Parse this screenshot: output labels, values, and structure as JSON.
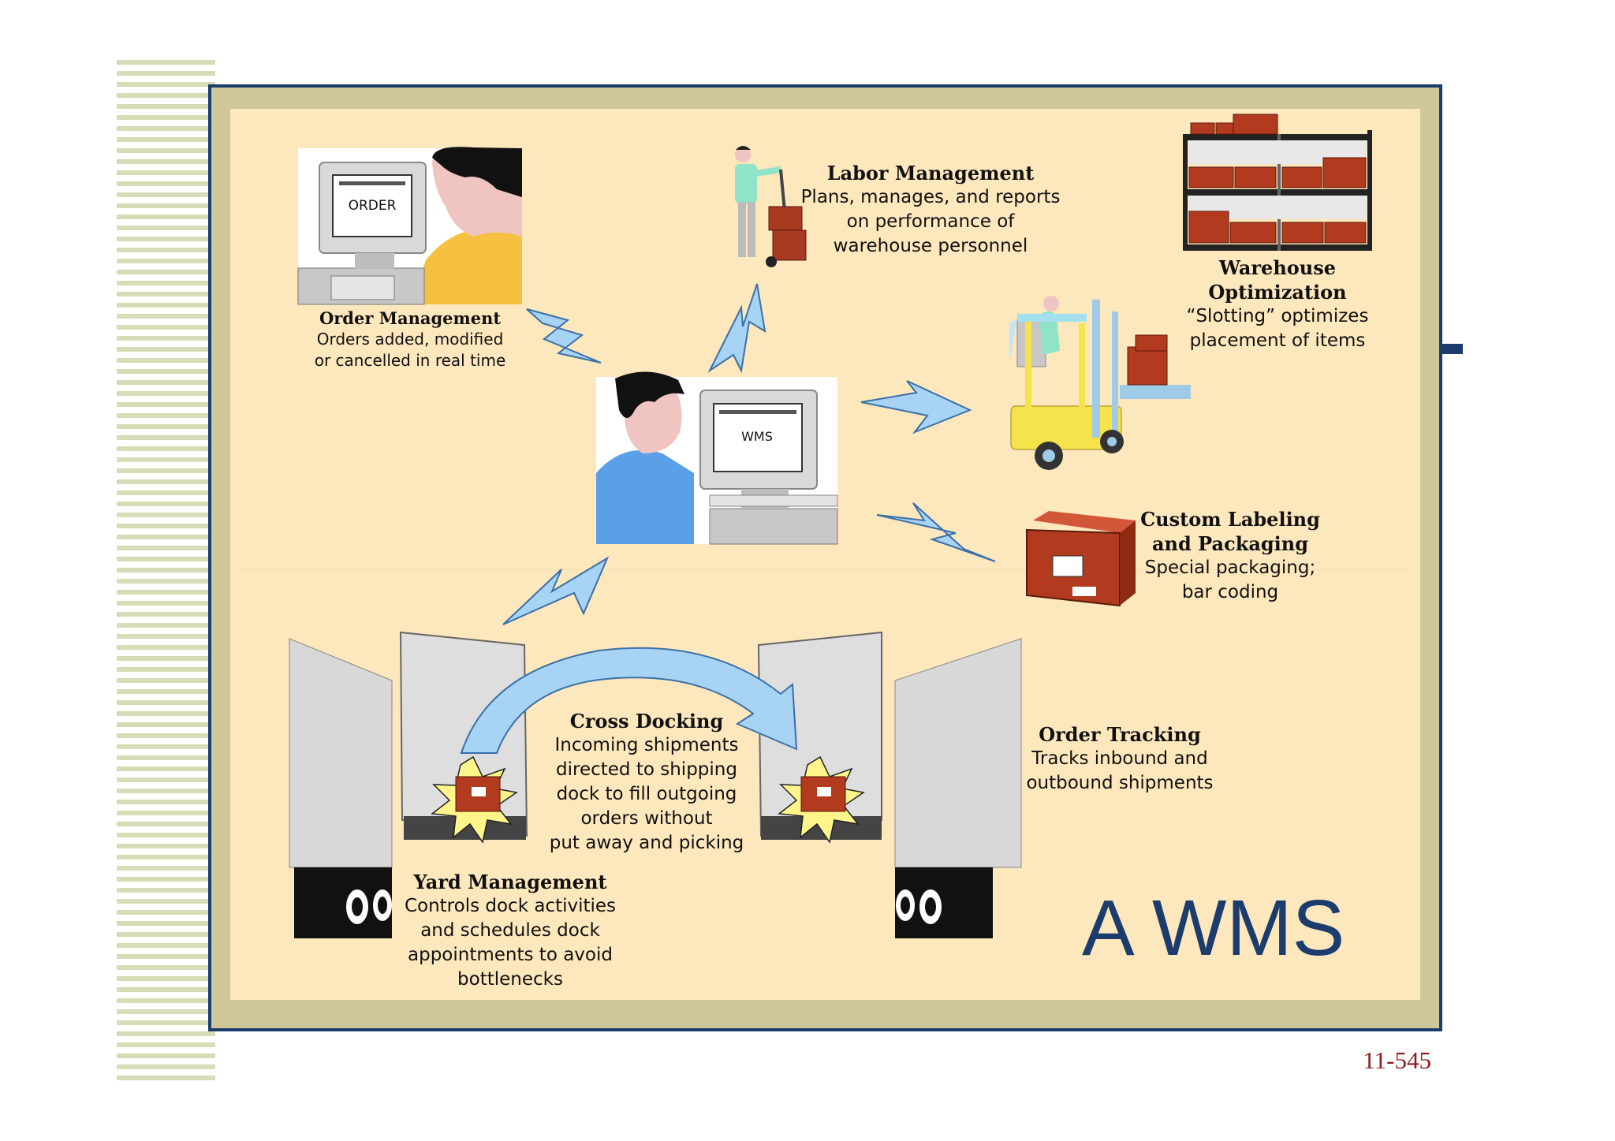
{
  "title": "A WMS",
  "page_number": "11-545",
  "center_screen": "WMS",
  "order_screen": "ORDER",
  "functions": {
    "order_management": {
      "title": "Order Management",
      "desc": "Orders added, modified\nor cancelled in real time"
    },
    "labor_management": {
      "title": "Labor Management",
      "desc": "Plans, manages, and reports\non performance of\nwarehouse personnel"
    },
    "warehouse_optimization": {
      "title": "Warehouse Optimization",
      "desc": "“Slotting” optimizes\nplacement of items"
    },
    "custom_labeling": {
      "title": "Custom Labeling\nand Packaging",
      "desc": "Special packaging;\nbar coding"
    },
    "cross_docking": {
      "title": "Cross Docking",
      "desc": "Incoming shipments\ndirected to shipping\ndock to fill outgoing\norders without\nput away and picking"
    },
    "order_tracking": {
      "title": "Order Tracking",
      "desc": "Tracks inbound and\noutbound shipments"
    },
    "yard_management": {
      "title": "Yard Management",
      "desc": "Controls dock activities\nand schedules dock\nappointments to avoid\nbottlenecks"
    }
  },
  "colors": {
    "frame_border": "#1c3c6e",
    "panel_background": "#fde7bd",
    "lightning": "#a7d4f5",
    "box": "#b23a1e",
    "title_text": "#1c3c6e",
    "page_number_text": "#8c1c1c"
  }
}
